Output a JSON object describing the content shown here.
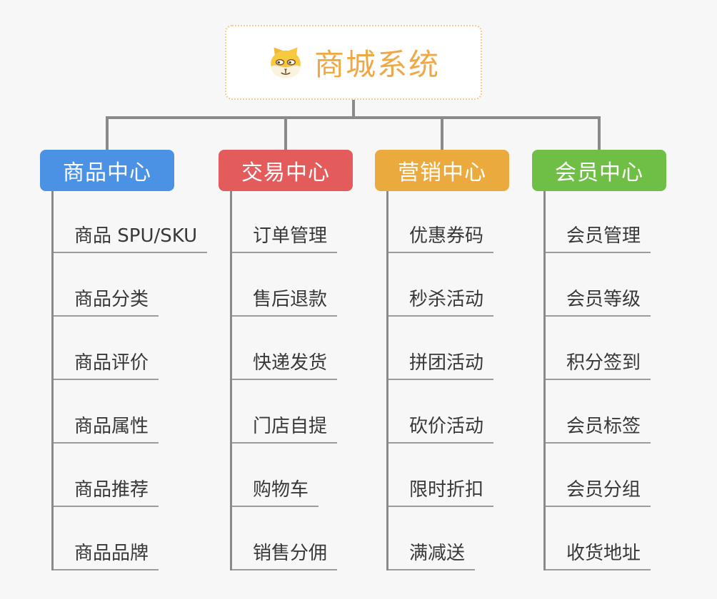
{
  "root": {
    "title": "商城系统",
    "icon": "dog-face-icon"
  },
  "branches": [
    {
      "label": "商品中心",
      "color": "#4b92e5",
      "children": [
        "商品 SPU/SKU",
        "商品分类",
        "商品评价",
        "商品属性",
        "商品推荐",
        "商品品牌"
      ]
    },
    {
      "label": "交易中心",
      "color": "#e45b5b",
      "children": [
        "订单管理",
        "售后退款",
        "快递发货",
        "门店自提",
        "购物车",
        "销售分佣"
      ]
    },
    {
      "label": "营销中心",
      "color": "#ebaa3e",
      "children": [
        "优惠券码",
        "秒杀活动",
        "拼团活动",
        "砍价活动",
        "限时折扣",
        "满减送"
      ]
    },
    {
      "label": "会员中心",
      "color": "#6fbe45",
      "children": [
        "会员管理",
        "会员等级",
        "积分签到",
        "会员标签",
        "会员分组",
        "收货地址"
      ]
    }
  ],
  "style": {
    "background": "#f7f7f7",
    "connector_color": "#8a8a8a",
    "leaf_line_color": "#9c9c9c",
    "leaf_text_color": "#383838",
    "root_title_color": "#f0a845",
    "root_border_color": "#f2cd8a"
  }
}
